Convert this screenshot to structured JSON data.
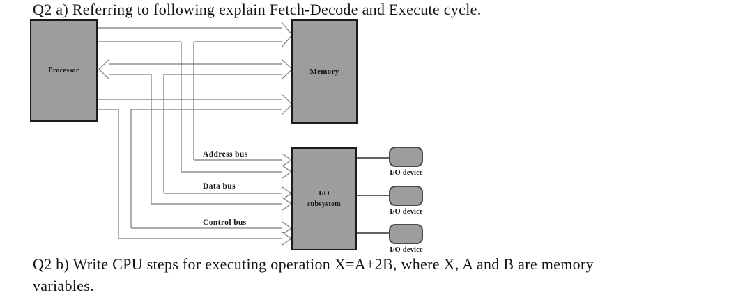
{
  "question_a": {
    "text": "Q2 a) Referring to following explain Fetch-Decode and Execute cycle."
  },
  "question_b": {
    "line1": "Q2 b) Write CPU steps for executing operation X=A+2B, where X, A and B are memory",
    "line2": "variables."
  },
  "diagram": {
    "processor_label": "Processor",
    "memory_label": "Memory",
    "io_subsystem": {
      "line1": "I/O",
      "line2": "subsystem"
    },
    "bus_labels": {
      "address": "Address bus",
      "data": "Data bus",
      "control": "Control bus"
    },
    "io_devices": [
      {
        "label": "I/O device"
      },
      {
        "label": "I/O device"
      },
      {
        "label": "I/O device"
      }
    ],
    "colors": {
      "box_fill": "#9d9d9d",
      "box_border": "#1b1b1b",
      "device_border": "#4a4a4a",
      "bus_line": "#7a7a7a",
      "connector_line": "#2f2f2f",
      "text": "#141414"
    }
  }
}
